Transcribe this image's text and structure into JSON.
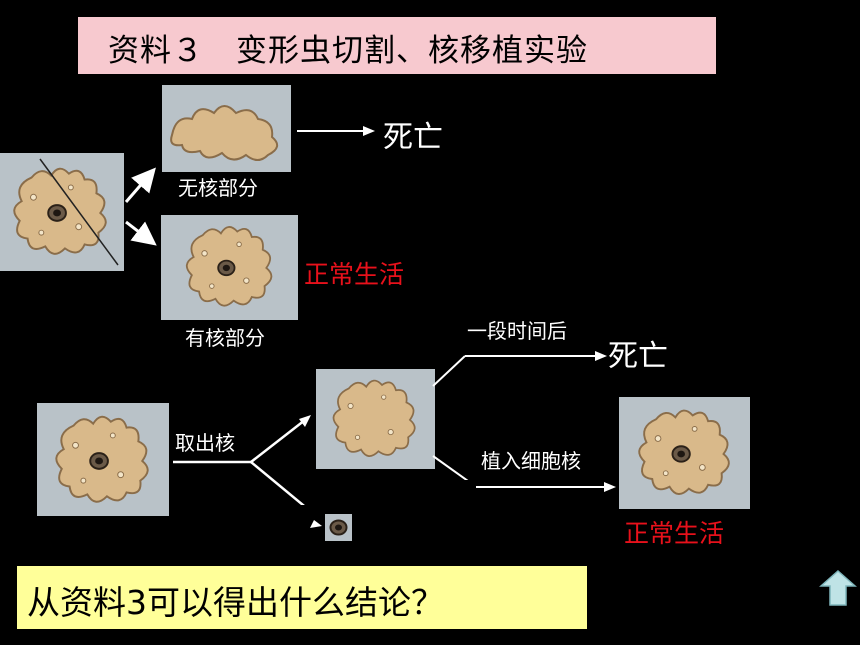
{
  "title": "资料３　变形虫切割、核移植实验",
  "experiment1": {
    "no_nucleus_label": "无核部分",
    "no_nucleus_result": "死亡",
    "with_nucleus_label": "有核部分",
    "with_nucleus_result": "正常生活"
  },
  "experiment2": {
    "remove_nucleus_label": "取出核",
    "after_time_label": "一段时间后",
    "after_time_result": "死亡",
    "implant_label": "植入细胞核",
    "implant_result": "正常生活"
  },
  "question": "从资料3可以得出什么结论？",
  "colors": {
    "background": "#000000",
    "title_bg": "#f7c9cf",
    "question_bg": "#ffff99",
    "result_red": "#e8111b",
    "cell_fill": "#d9b98a",
    "up_button": "#bfe3e6"
  },
  "icons": {
    "up_button": "up-arrow-icon"
  }
}
